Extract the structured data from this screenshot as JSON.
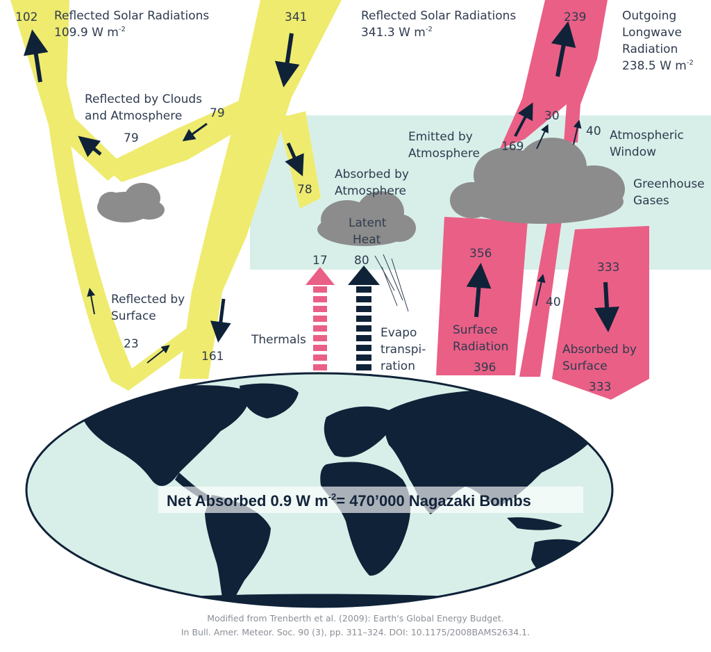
{
  "labels": {
    "reflected_solar_left_title": "Reflected Solar Radiations",
    "reflected_solar_left_value": "109.9 W m",
    "reflected_solar_right_title": "Reflected Solar Radiations",
    "reflected_solar_right_value": "341.3 W m",
    "exponent": "-2",
    "outgoing_1": "Outgoing",
    "outgoing_2": "Longwave",
    "outgoing_3": "Radiation",
    "outgoing_value": "238.5 W m",
    "reflected_clouds_1": "Reflected by Clouds",
    "reflected_clouds_2": "and Atmosphere",
    "absorbed_atm_1": "Absorbed by",
    "absorbed_atm_2": "Atmosphere",
    "emitted_atm_1": "Emitted by",
    "emitted_atm_2": "Atmosphere",
    "atm_window_1": "Atmospheric",
    "atm_window_2": "Window",
    "greenhouse_1": "Greenhouse",
    "greenhouse_2": "Gases",
    "latent_1": "Latent",
    "latent_2": "Heat",
    "reflected_surface_1": "Reflected by",
    "reflected_surface_2": "Surface",
    "thermals": "Thermals",
    "evapo_1": "Evapo",
    "evapo_2": "transpi-",
    "evapo_3": "ration",
    "surface_rad_1": "Surface",
    "surface_rad_2": "Radiation",
    "absorbed_surface_1": "Absorbed by",
    "absorbed_surface_2": "Surface"
  },
  "values": {
    "reflected_total": "102",
    "incoming": "341",
    "outgoing": "239",
    "clouds_arrow": "79",
    "clouds_label": "79",
    "absorbed_atm": "78",
    "emitted_atm": "169",
    "atm_30": "30",
    "window": "40",
    "thermals": "17",
    "latent": "80",
    "surface_rad_up": "356",
    "surface_rad": "396",
    "window_surface": "40",
    "back_rad": "333",
    "absorbed_surface": "333",
    "reflected_surface": "23",
    "absorbed_surface_solar": "161"
  },
  "banner": {
    "prefix": "Net Absorbed 0.9 W m",
    "exponent": "-2",
    "suffix": "= 470’000 Nagazaki Bombs"
  },
  "credit": {
    "line1": "Modified from Trenberth et al. (2009): Earth's Global Energy Budget.",
    "line2": "In Bull. Amer. Meteor. Soc. 90 (3), pp. 311–324. DOI: 10.1175/2008BAMS2634.1."
  },
  "colors": {
    "solar": "#efeb6e",
    "longwave": "#ea5f86",
    "atmosphere_band": "#d8efe9",
    "cloud": "#8c8c8c",
    "ocean": "#d8efe9",
    "land": "#0f2238",
    "arrow": "#0f2238"
  }
}
